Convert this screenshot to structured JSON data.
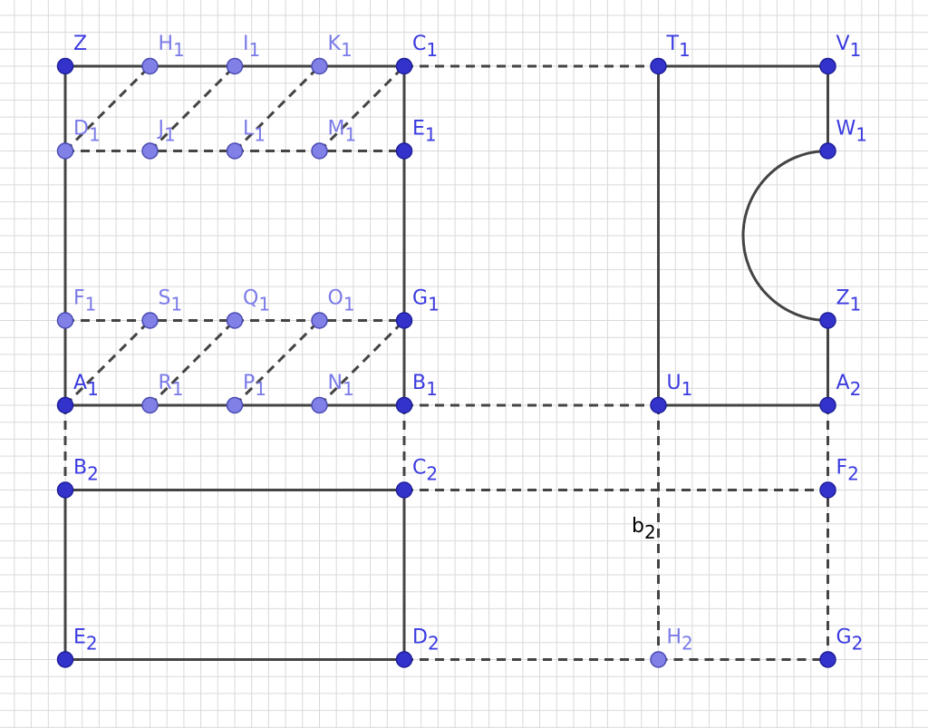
{
  "points": [
    {
      "id": "Z",
      "name": "Z",
      "sub": "",
      "light": false
    },
    {
      "id": "H1",
      "name": "H",
      "sub": "1",
      "light": true
    },
    {
      "id": "I1",
      "name": "I",
      "sub": "1",
      "light": true
    },
    {
      "id": "K1",
      "name": "K",
      "sub": "1",
      "light": true
    },
    {
      "id": "C1",
      "name": "C",
      "sub": "1",
      "light": false
    },
    {
      "id": "T1",
      "name": "T",
      "sub": "1",
      "light": false
    },
    {
      "id": "V1",
      "name": "V",
      "sub": "1",
      "light": false
    },
    {
      "id": "D1",
      "name": "D",
      "sub": "1",
      "light": true
    },
    {
      "id": "J1",
      "name": "J",
      "sub": "1",
      "light": true
    },
    {
      "id": "L1",
      "name": "L",
      "sub": "1",
      "light": true
    },
    {
      "id": "M1",
      "name": "M",
      "sub": "1",
      "light": true
    },
    {
      "id": "E1",
      "name": "E",
      "sub": "1",
      "light": false
    },
    {
      "id": "W1",
      "name": "W",
      "sub": "1",
      "light": false
    },
    {
      "id": "F1",
      "name": "F",
      "sub": "1",
      "light": true
    },
    {
      "id": "S1",
      "name": "S",
      "sub": "1",
      "light": true
    },
    {
      "id": "Q1",
      "name": "Q",
      "sub": "1",
      "light": true
    },
    {
      "id": "O1",
      "name": "O",
      "sub": "1",
      "light": true
    },
    {
      "id": "G1",
      "name": "G",
      "sub": "1",
      "light": false
    },
    {
      "id": "Z1",
      "name": "Z",
      "sub": "1",
      "light": false
    },
    {
      "id": "A1",
      "name": "A",
      "sub": "1",
      "light": false
    },
    {
      "id": "R1",
      "name": "R",
      "sub": "1",
      "light": true
    },
    {
      "id": "P1",
      "name": "P",
      "sub": "1",
      "light": true
    },
    {
      "id": "N1",
      "name": "N",
      "sub": "1",
      "light": true
    },
    {
      "id": "B1",
      "name": "B",
      "sub": "1",
      "light": false
    },
    {
      "id": "U1",
      "name": "U",
      "sub": "1",
      "light": false
    },
    {
      "id": "A2",
      "name": "A",
      "sub": "2",
      "light": false
    },
    {
      "id": "B2",
      "name": "B",
      "sub": "2",
      "light": false
    },
    {
      "id": "C2",
      "name": "C",
      "sub": "2",
      "light": false
    },
    {
      "id": "F2",
      "name": "F",
      "sub": "2",
      "light": false
    },
    {
      "id": "E2",
      "name": "E",
      "sub": "2",
      "light": false
    },
    {
      "id": "D2",
      "name": "D",
      "sub": "2",
      "light": false
    },
    {
      "id": "H2",
      "name": "H",
      "sub": "2",
      "light": true
    },
    {
      "id": "G2",
      "name": "G",
      "sub": "2",
      "light": false
    }
  ],
  "segment_label": {
    "name": "b",
    "sub": "2"
  },
  "colors": {
    "point": "#3333cc",
    "point_light": "#8080e6",
    "label": "#3a3ae0",
    "line": "#444444",
    "grid": "#d9d9d9"
  }
}
